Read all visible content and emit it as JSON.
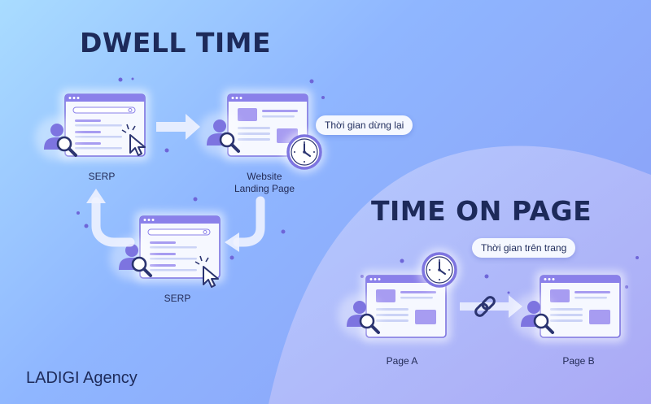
{
  "dwell_time": {
    "title": "DWELL TIME",
    "labels": {
      "serp_top": "SERP",
      "landing_page": "Website\nLanding Page",
      "serp_bottom": "SERP"
    },
    "bubble": "Thời gian dừng lại"
  },
  "time_on_page": {
    "title": "TIME ON PAGE",
    "labels": {
      "page_a": "Page A",
      "page_b": "Page B"
    },
    "bubble": "Thời gian trên trang"
  },
  "brand": "LADIGI Agency",
  "icons": [
    "browser-window-icon",
    "user-search-icon",
    "cursor-icon",
    "clock-icon",
    "link-icon",
    "arrow-icon"
  ],
  "colors": {
    "title": "#1d2a5a",
    "window_frame": "#7d74e0",
    "accent": "#8a7fea",
    "arrow": "#eef2ff"
  }
}
